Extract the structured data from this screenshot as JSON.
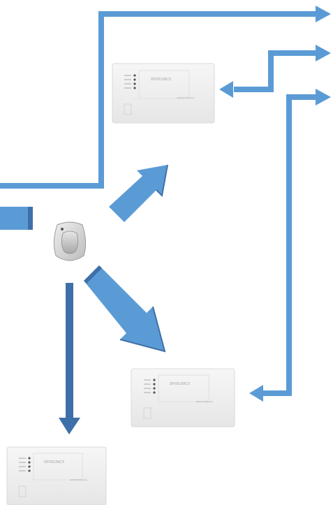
{
  "colors": {
    "connector": "#5b9bd5",
    "connector_dark": "#3f6fa8",
    "hub_shell": "#efefef",
    "hub_border": "#d9d9d9",
    "background": "#ffffff"
  },
  "devices": {
    "hub_top": {
      "brand": "INVIGNICS",
      "model": "EVOLUTION Hub"
    },
    "hub_middle": {
      "brand": "INVIGNICS",
      "model": "EVOLUTION Hub"
    },
    "hub_bottom": {
      "brand": "INVIGNICS",
      "model": "EVOLUTION Hub"
    },
    "pendant": {
      "icon": "pendant-button-icon"
    }
  },
  "icons": {
    "status_led": "led-icon",
    "port": "port-icon"
  }
}
